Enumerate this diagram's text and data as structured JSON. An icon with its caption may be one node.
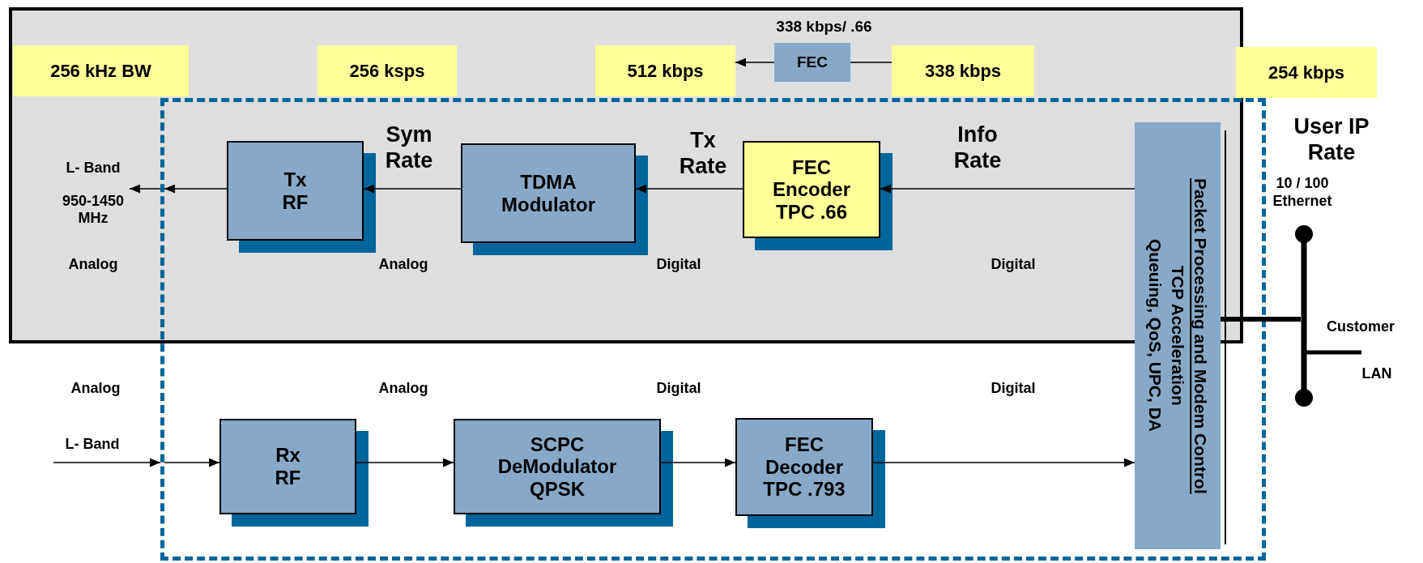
{
  "diagram": {
    "nodes": [
      {
        "text": [],
        "shape": "box"
      },
      {
        "text": [
          "256 kHz BW"
        ],
        "in": 0
      },
      {
        "text": [
          "256 ksps"
        ],
        "in": 0
      },
      {
        "text": [
          "512 kbps"
        ],
        "in": 0
      },
      {
        "text": [
          "FEC"
        ],
        "in": 0,
        "beside": [
          "338 kbps/ .66"
        ]
      },
      {
        "text": [
          "338 kbps"
        ],
        "in": 0
      },
      {
        "text": [
          "254 kbps"
        ]
      },
      {
        "text": [],
        "shape": "box"
      },
      {
        "text": [
          "Tx RF"
        ]
      },
      {
        "text": [
          "TDMA Modulator"
        ]
      },
      {
        "text": [
          "FEC Encoder TPC .66"
        ]
      },
      {
        "text": [
          "Packet Processing and Modem Control",
          "TCP Acceleration",
          "Queuing, QoS, UPC, DA"
        ],
        "in": 7
      },
      {
        "text": [
          "Rx RF"
        ],
        "in": 7
      },
      {
        "text": [
          "SCPC DeModulator QPSK"
        ],
        "in": 7
      },
      {
        "text": [
          "FEC Decoder TPC .793"
        ],
        "in": 7
      },
      {
        "text": [],
        "shape": "bar"
      },
      {
        "text": [
          "L- Band",
          "950-1450 MHz"
        ],
        "in": 0
      }
    ],
    "edges": [
      {
        "from": 5,
        "to": 4,
        "arrow": "none"
      },
      {
        "from": 4,
        "to": 3,
        "arrow": "to"
      },
      {
        "from": 11,
        "to": 10,
        "arrow": "to"
      },
      {
        "from": 10,
        "to": 9,
        "arrow": "to"
      },
      {
        "from": 9,
        "to": 8,
        "arrow": "to"
      },
      {
        "from": 8,
        "to": 7,
        "arrow": "to"
      },
      {
        "from": 7,
        "to": 16,
        "arrow": "to"
      },
      {
        "from": null,
        "to": 7,
        "arrow": "to"
      },
      {
        "from": 7,
        "to": 12,
        "arrow": "to"
      },
      {
        "from": 12,
        "to": 13,
        "arrow": "to"
      },
      {
        "from": 13,
        "to": 14,
        "arrow": "to"
      },
      {
        "from": 14,
        "to": 11,
        "arrow": "to"
      },
      {
        "from": 11,
        "to": 15,
        "arrow": "none",
        "style": "thick"
      }
    ],
    "labels": [
      "Sym Rate",
      "Tx Rate",
      "Info Rate",
      "Analog",
      "Analog",
      "Digital",
      "Digital",
      "User IP Rate",
      "10 / 100 Ethernet",
      "Customer",
      "LAN",
      "Analog",
      "Analog",
      "Digital",
      "Digital",
      "L- Band"
    ]
  }
}
